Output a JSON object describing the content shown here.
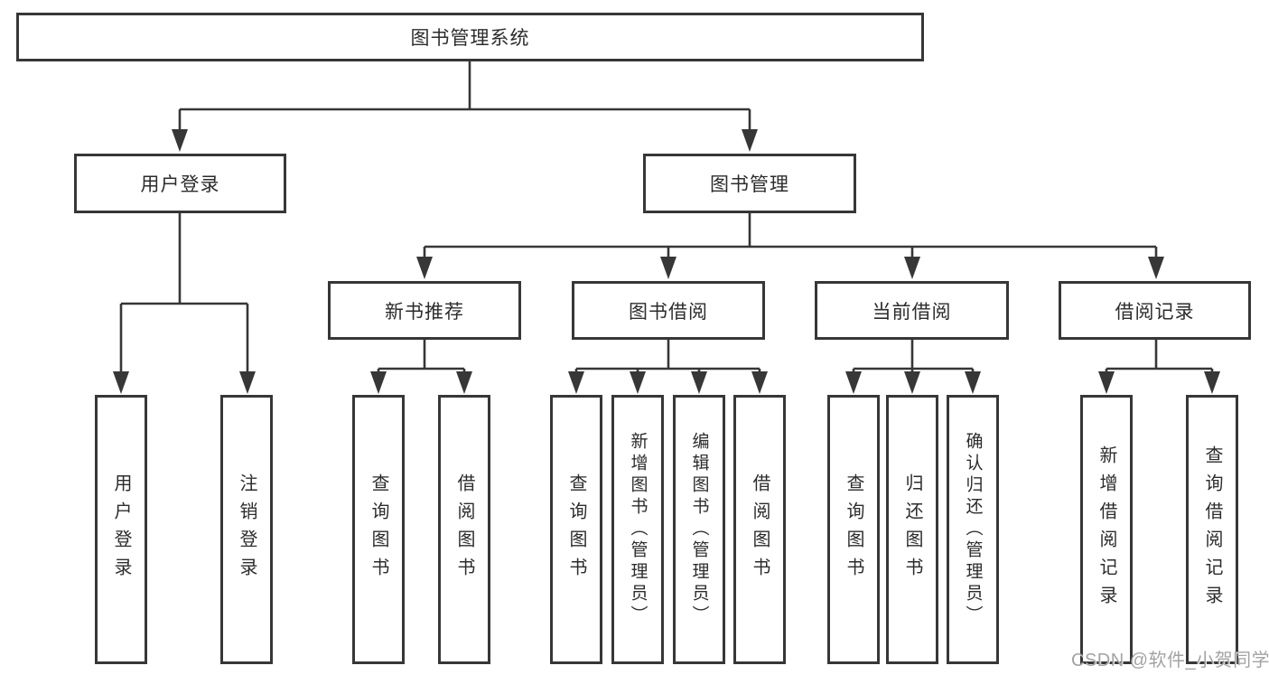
{
  "root": {
    "label": "图书管理系统"
  },
  "branches": [
    {
      "label": "用户登录",
      "children": [
        {
          "label": "用户登录"
        },
        {
          "label": "注销登录"
        }
      ]
    },
    {
      "label": "图书管理",
      "groups": [
        {
          "label": "新书推荐",
          "children": [
            {
              "label": "查询图书"
            },
            {
              "label": "借阅图书"
            }
          ]
        },
        {
          "label": "图书借阅",
          "children": [
            {
              "label": "查询图书"
            },
            {
              "label": "新增图书（管理员）"
            },
            {
              "label": "编辑图书（管理员）"
            },
            {
              "label": "借阅图书"
            }
          ]
        },
        {
          "label": "当前借阅",
          "children": [
            {
              "label": "查询图书"
            },
            {
              "label": "归还图书"
            },
            {
              "label": "确认归还（管理员）"
            }
          ]
        },
        {
          "label": "借阅记录",
          "children": [
            {
              "label": "新增借阅记录"
            },
            {
              "label": "查询借阅记录"
            }
          ]
        }
      ]
    }
  ],
  "watermark": {
    "text": "CSDN @软件_小贺同学"
  },
  "colors": {
    "line": "#373737",
    "text": "#2c2c2c",
    "watermark": "#a3a3a3",
    "background": "#ffffff"
  }
}
